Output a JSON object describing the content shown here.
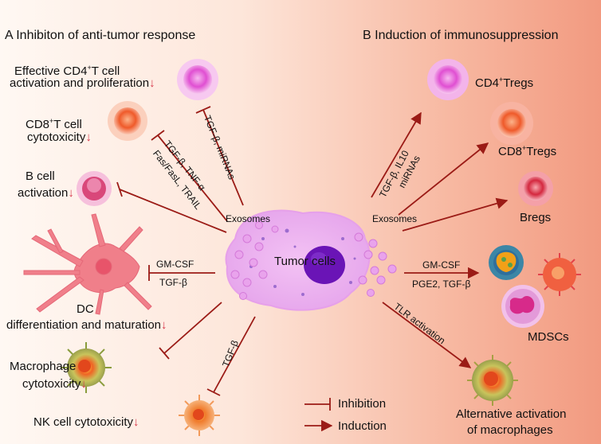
{
  "sections": {
    "a": "A Inhibiton of anti-tumor response",
    "b": "B Induction of immunosuppression"
  },
  "arrow_down": "↓",
  "left": {
    "cd4_a": "Effective CD4",
    "cd4_b": "T cell",
    "cd4_line2": "activation and proliferation",
    "cd8_a": "CD8",
    "cd8_b": "T cell",
    "cd8_line2": "cytotoxicity",
    "bcell_line1": "B cell",
    "bcell_line2": "activation",
    "dc_line1": "DC",
    "dc_line2": "differentiation and maturation",
    "macro_line1": "Macrophage",
    "macro_line2": "cytotoxicity",
    "nk": "NK cell  cytotoxicity"
  },
  "mediators": {
    "left_tgf_mirna": "TGF-β, miRNAs",
    "left_tgf_tnf": "TGF-β, TNF-α",
    "left_fas_trail": "Fas/FasL, TRAIL",
    "left_gmcsf": "GM-CSF",
    "left_tgfb": "TGF-β",
    "left_tgfb_nk": "TGF-β",
    "right_tgf_il10": "TGF-β, IL10",
    "right_mirnas": "miRNAs",
    "right_gmcsf": "GM-CSF",
    "right_pge2": "PGE2, TGF-β",
    "right_tlr": "TLR activation"
  },
  "exosomes": "Exosomes",
  "tumor": "Tumor cells",
  "right": {
    "cd4_a": "CD4",
    "cd4_b": "Tregs",
    "cd8_a": "CD8",
    "cd8_b": "Tregs",
    "bregs": "Bregs",
    "mdscs": "MDSCs",
    "alt_line1": "Alternative activation",
    "alt_line2": "of macrophages"
  },
  "legend": {
    "inhibition": "Inhibition",
    "induction": "Induction"
  },
  "colors": {
    "arrow": "#9b1b16",
    "decrease_arrow": "#d8384a",
    "background_right": "#f29a80"
  }
}
